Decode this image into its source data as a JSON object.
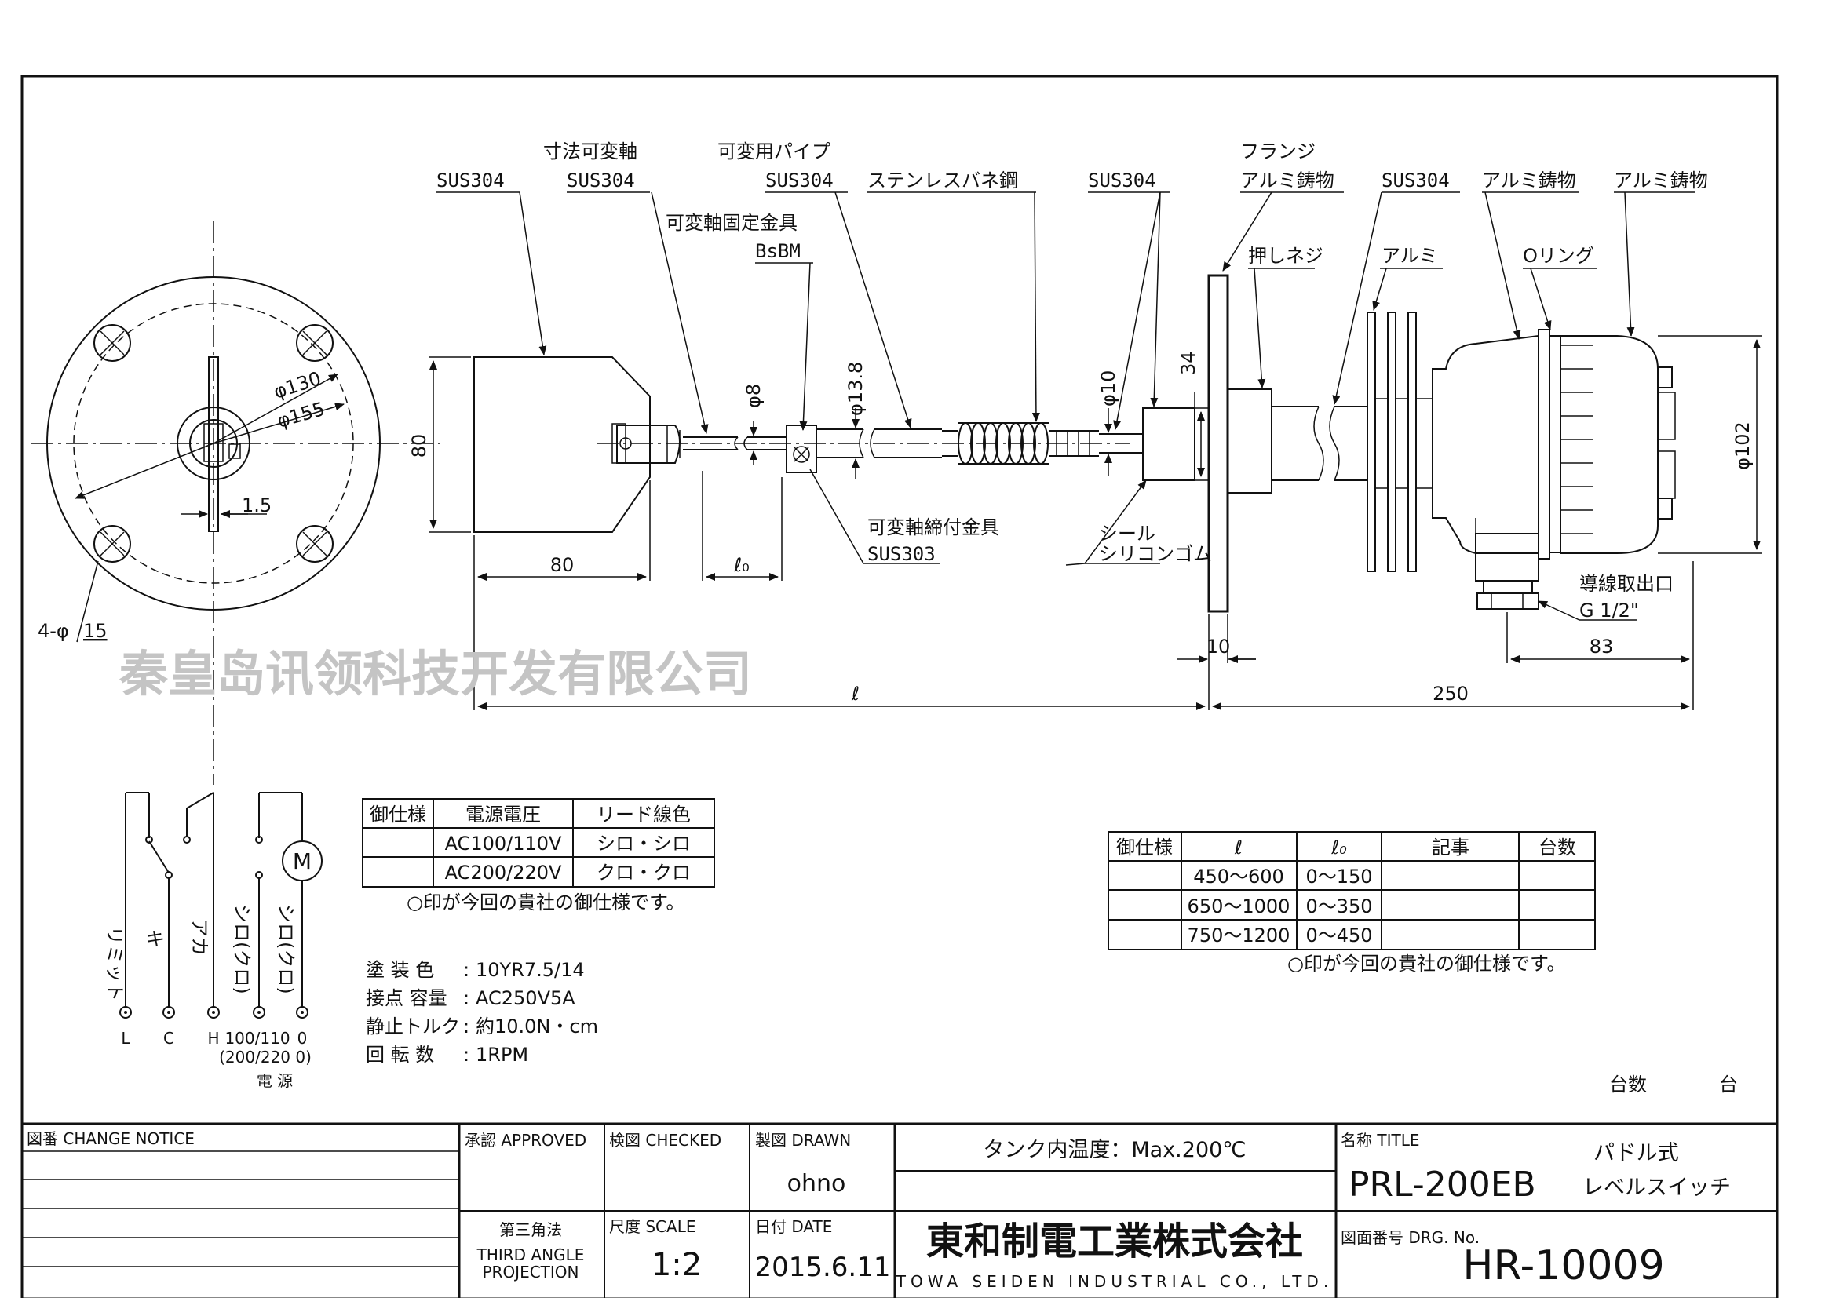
{
  "callouts": {
    "sus304_a": "SUS304",
    "shaft_title": "寸法可変軸",
    "sus304_b": "SUS304",
    "fix_fitting": "可変軸固定金具",
    "bsbm": "BsBM",
    "pipe_title": "可変用パイプ",
    "sus304_c": "SUS304",
    "spring": "ステンレスバネ鋼",
    "sus304_d": "SUS304",
    "flange": "フランジ",
    "alum_cast_1": "アルミ鋳物",
    "push_screw": "押しネジ",
    "sus304_e": "SUS304",
    "alum": "アルミ",
    "alum_cast_2": "アルミ鋳物",
    "oring": "Oリング",
    "alum_cast_3": "アルミ鋳物",
    "clamp_fitting": "可変軸締付金具",
    "sus303": "SUS303",
    "seal": "シール",
    "silicone": "シリコンゴム",
    "wire_outlet": "導線取出口",
    "g_half": "G 1/2\""
  },
  "dimensions": {
    "d130": "φ130",
    "d155": "φ155",
    "w15": "1.5",
    "holes": "4-φ",
    "holes_num": "15",
    "h80": "80",
    "w80": "80",
    "l0": "ℓ₀",
    "d8": "φ8",
    "d138": "φ13.8",
    "d10": "φ10",
    "d34": "34",
    "flange10": "10",
    "d83": "83",
    "l": "ℓ",
    "len250": "250",
    "d102": "φ102"
  },
  "watermark": "秦皇岛讯领科技开发有限公司",
  "wiring": {
    "wire_labels": [
      "リミット",
      "キ",
      "アカ",
      "シロ(クロ)",
      "シロ(クロ)"
    ],
    "terminals": [
      "L",
      "C",
      "H",
      "100/110",
      "0"
    ],
    "alt_voltage": "(200/220 0)",
    "power_label": "電 源",
    "motor": "M"
  },
  "spec_table": {
    "headers": [
      "御仕様",
      "電源電圧",
      "リード線色"
    ],
    "rows": [
      [
        "",
        "AC100/110V",
        "シロ・シロ"
      ],
      [
        "",
        "AC200/220V",
        "クロ・クロ"
      ]
    ],
    "note": "○印が今回の貴社の御仕様です。"
  },
  "specs": [
    {
      "label": "塗 装 色",
      "value": "10YR7.5/14"
    },
    {
      "label": "接点 容量",
      "value": "AC250V5A"
    },
    {
      "label": "静止トルク",
      "value": "約10.0N・cm"
    },
    {
      "label": "回 転 数",
      "value": "1RPM"
    }
  ],
  "length_table": {
    "headers": [
      "御仕様",
      "ℓ",
      "ℓ₀",
      "記事",
      "台数"
    ],
    "rows": [
      [
        "",
        "450～600",
        "0～150",
        "",
        ""
      ],
      [
        "",
        "650～1000",
        "0～350",
        "",
        ""
      ],
      [
        "",
        "750～1200",
        "0～450",
        "",
        ""
      ]
    ],
    "note": "○印が今回の貴社の御仕様です。"
  },
  "quantity": {
    "label": "台数",
    "unit": "台"
  },
  "title_block": {
    "change_notice": "図番 CHANGE NOTICE",
    "approved": "承認 APPROVED",
    "checked": "検図 CHECKED",
    "drawn": "製図 DRAWN",
    "drawn_by": "ohno",
    "projection_jp": "第三角法",
    "projection_en_1": "THIRD ANGLE",
    "projection_en_2": "PROJECTION",
    "scale_label": "尺度 SCALE",
    "scale": "1:2",
    "date_label": "日付 DATE",
    "date": "2015.6.11",
    "temperature": "タンク内温度：Max.200℃",
    "company_jp": "東和制電工業株式会社",
    "company_en": "TOWA SEIDEN INDUSTRIAL CO., LTD.",
    "title_label": "名称 TITLE",
    "model": "PRL-200EB",
    "product_1": "パドル式",
    "product_2": "レベルスイッチ",
    "drg_label": "図面番号 DRG. No.",
    "drg_no": "HR-10009"
  }
}
